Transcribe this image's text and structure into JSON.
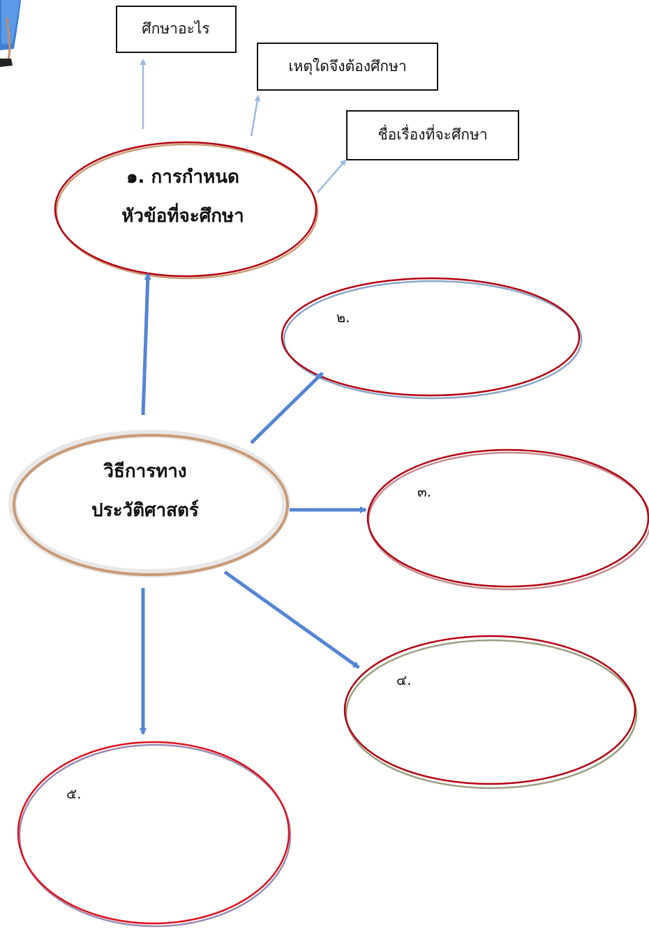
{
  "center": {
    "line1": "วิธีการทาง",
    "line2": "ประวัติศาสตร์"
  },
  "step1": {
    "line1": "๑. การกำหนด",
    "line2": "หัวข้อที่จะศึกษา"
  },
  "boxes": {
    "what": "ศึกษาอะไร",
    "why": "เหตุใดจึงต้องศึกษา",
    "title": "ชื่อเรื่องที่จะศึกษา"
  },
  "steps": {
    "s2": "๒.",
    "s3": "๓.",
    "s4": "๔.",
    "s5": "๕."
  },
  "colors": {
    "arrow": "#5585d3",
    "arrow_light": "#9bbbe0",
    "ellipse_red": "#b40010",
    "ellipse_brown": "#c99a76",
    "box_border": "#111111"
  }
}
